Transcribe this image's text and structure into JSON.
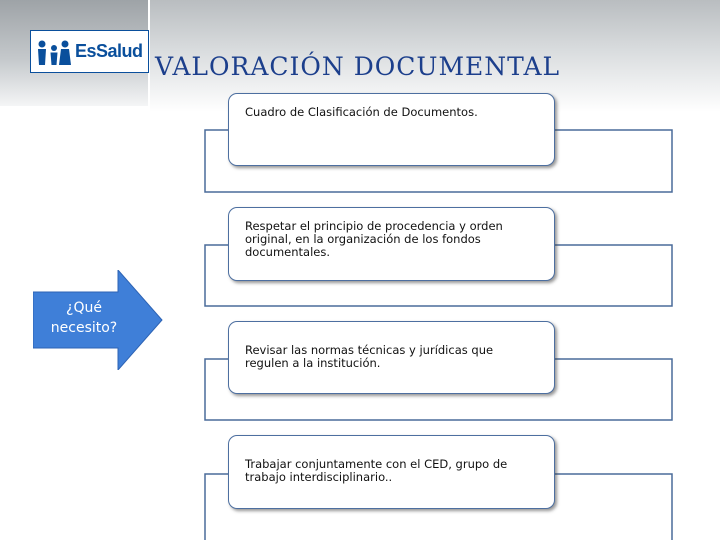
{
  "logo": {
    "text": "EsSalud"
  },
  "slide": {
    "title": "VALORACIÓN DOCUMENTAL"
  },
  "arrow": {
    "label": "¿Qué necesito?"
  },
  "steps": [
    {
      "text": "Cuadro de Clasificación de Documentos."
    },
    {
      "text": "Respetar el principio de procedencia y orden original, en la organización de los fondos documentales."
    },
    {
      "text": "Revisar las normas técnicas y jurídicas que regulen a la institución."
    },
    {
      "text": "Trabajar conjuntamente con el CED, grupo de trabajo interdisciplinario.."
    }
  ],
  "colors": {
    "title": "#1c3f8c",
    "brand": "#0a4f9c",
    "arrow_fill": "#3f7fd8",
    "box_border": "#4d6fa0",
    "bracket_stroke": "#4a6b9a"
  }
}
